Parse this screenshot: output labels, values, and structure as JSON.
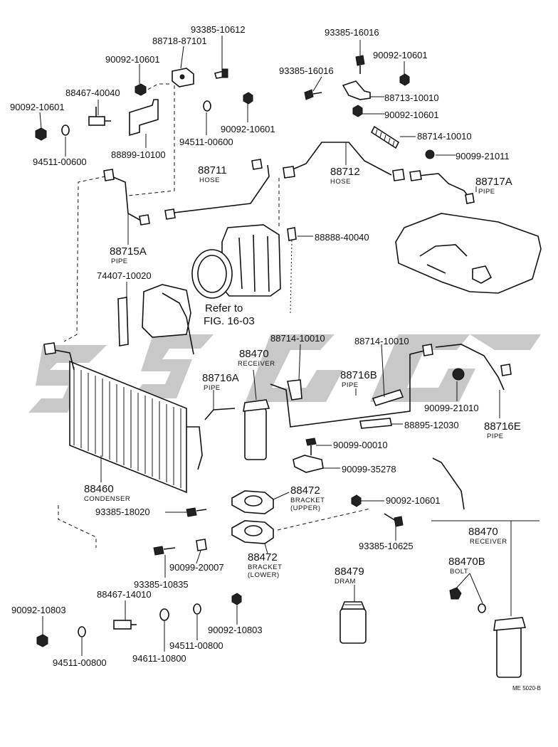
{
  "labels": {
    "p93385_10612": "93385-10612",
    "p88718_87101": "88718-87101",
    "p90092_10601_a": "90092-10601",
    "p88467_40040": "88467-40040",
    "p90092_10601_b": "90092-10601",
    "p94511_00600_a": "94511-00600",
    "p88899_10100": "88899-10100",
    "p94511_00600_b": "94511-00600",
    "p90092_10601_c": "90092-10601",
    "p93385_16016_a": "93385-16016",
    "p90092_10601_d": "90092-10601",
    "p93385_16016_b": "93385-16016",
    "p88713_10010": "88713-10010",
    "p90092_10601_e": "90092-10601",
    "p88714_10010_a": "88714-10010",
    "p90099_21011": "90099-21011",
    "p88711": "88711",
    "p88711_sub": "HOSE",
    "p88712": "88712",
    "p88712_sub": "HOSE",
    "p88717A": "88717A",
    "p88717A_sub": "PIPE",
    "p88715A": "88715A",
    "p88715A_sub": "PIPE",
    "p88888_40040": "88888-40040",
    "p74407_10020": "74407-10020",
    "ref1": "Refer to",
    "ref2": "FIG. 16-03",
    "p88714_10010_b": "88714-10010",
    "p88714_10010_c": "88714-10010",
    "p88470_a": "88470",
    "p88470_a_sub": "RECEIVER",
    "p88716A": "88716A",
    "p88716A_sub": "PIPE",
    "p88716B": "88716B",
    "p88716B_sub": "PIPE",
    "p90099_21010": "90099-21010",
    "p88716E": "88716E",
    "p88716E_sub": "PIPE",
    "p88895_12030": "88895-12030",
    "p90099_00010": "90099-00010",
    "p90099_35278": "90099-35278",
    "p88460": "88460",
    "p88460_sub": "CONDENSER",
    "p88472_a": "88472",
    "p88472_a_sub1": "BRACKET",
    "p88472_a_sub2": "(UPPER)",
    "p90092_10601_f": "90092-10601",
    "p93385_18020": "93385-18020",
    "p88470_b": "88470",
    "p88470_b_sub": "RECEIVER",
    "p88470B": "88470B",
    "p88470B_sub": "BOLT",
    "p93385_10625": "93385-10625",
    "p90099_20007": "90099-20007",
    "p88472_b": "88472",
    "p88472_b_sub1": "BRACKET",
    "p88472_b_sub2": "(LOWER)",
    "p93385_10835": "93385-10835",
    "p88479": "88479",
    "p88479_sub": "DRAM",
    "p88467_14010": "88467-14010",
    "p90092_10803_a": "90092-10803",
    "p90092_10803_b": "90092-10803",
    "p94511_00800_a": "94511-00800",
    "p94611_10800": "94611-10800",
    "p94511_00800_b": "94511-00800",
    "fig_code": "ME 5020-B"
  },
  "colors": {
    "ink": "#111111",
    "paper": "#ffffff",
    "watermark": "#9a9a9a"
  }
}
